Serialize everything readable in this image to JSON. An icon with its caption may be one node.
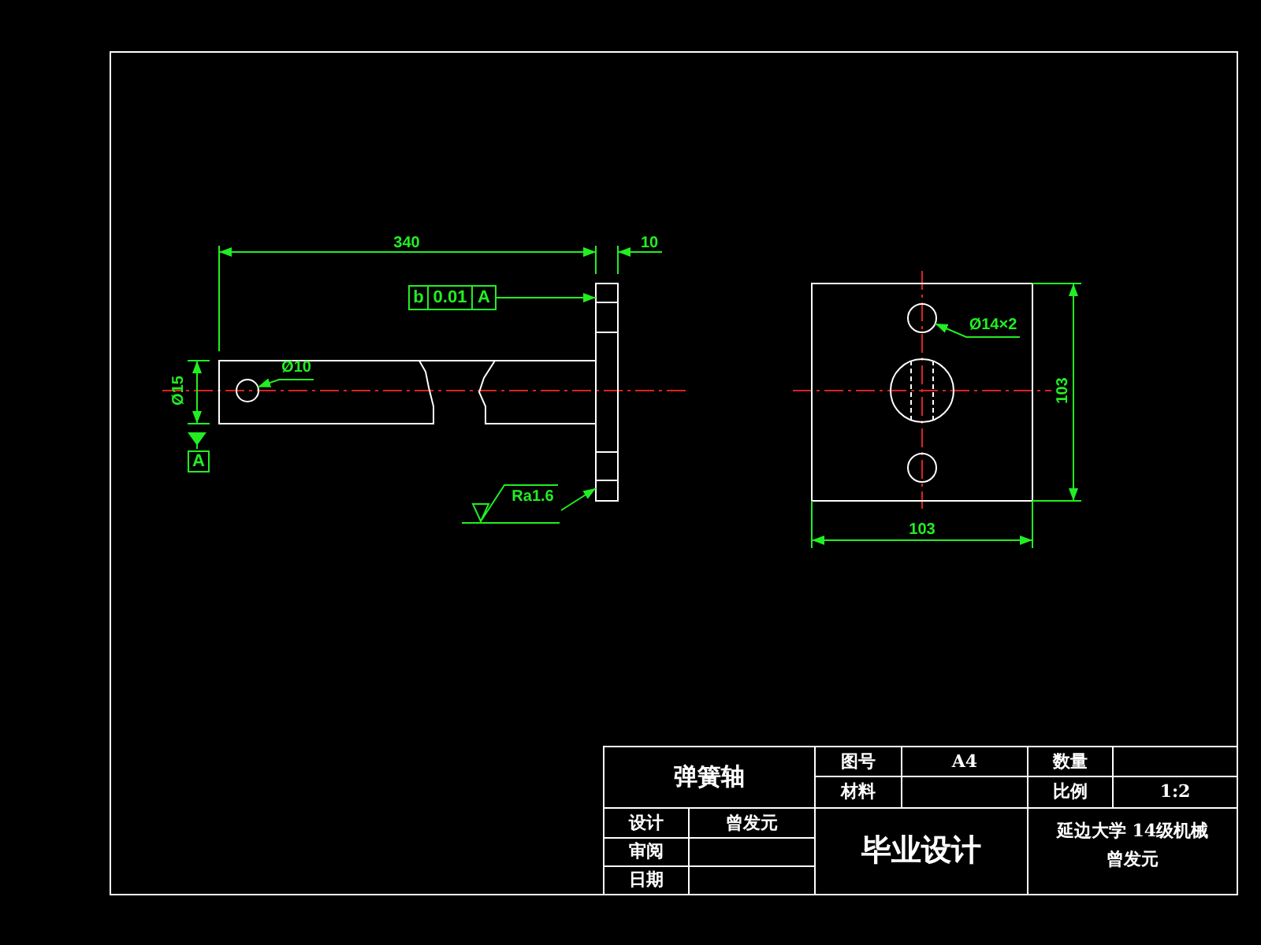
{
  "diagram": {
    "nodes": [
      {
        "text": [
          "b",
          "0.01",
          "A"
        ]
      },
      {
        "text": [],
        "shape": "box"
      },
      {
        "text": [
          "Ø10"
        ]
      },
      {
        "text": [],
        "shape": "circle"
      },
      {
        "text": [
          "Ra1.6"
        ]
      },
      {
        "text": [
          "Ø14×2"
        ]
      },
      {
        "text": [],
        "shape": "circle"
      },
      {
        "text": [
          "A"
        ]
      },
      {
        "text": [],
        "shape": "circle"
      }
    ],
    "edges": [
      {
        "from": 0,
        "to": 1,
        "arrow": "to"
      },
      {
        "from": 2,
        "to": 3,
        "arrow": "to"
      },
      {
        "from": 4,
        "to": 1,
        "arrow": "to"
      },
      {
        "from": 5,
        "to": 6,
        "arrow": "to"
      }
    ],
    "labels": [
      "340",
      "10",
      "Ø15",
      "103",
      "103",
      "弹簧轴",
      "图号",
      "A4",
      "数量",
      "材料",
      "比例",
      "1:2",
      "设计",
      "曾发元",
      "审阅",
      "日期",
      "毕业设计",
      "延边大学 14级机械",
      "曾发元"
    ]
  }
}
